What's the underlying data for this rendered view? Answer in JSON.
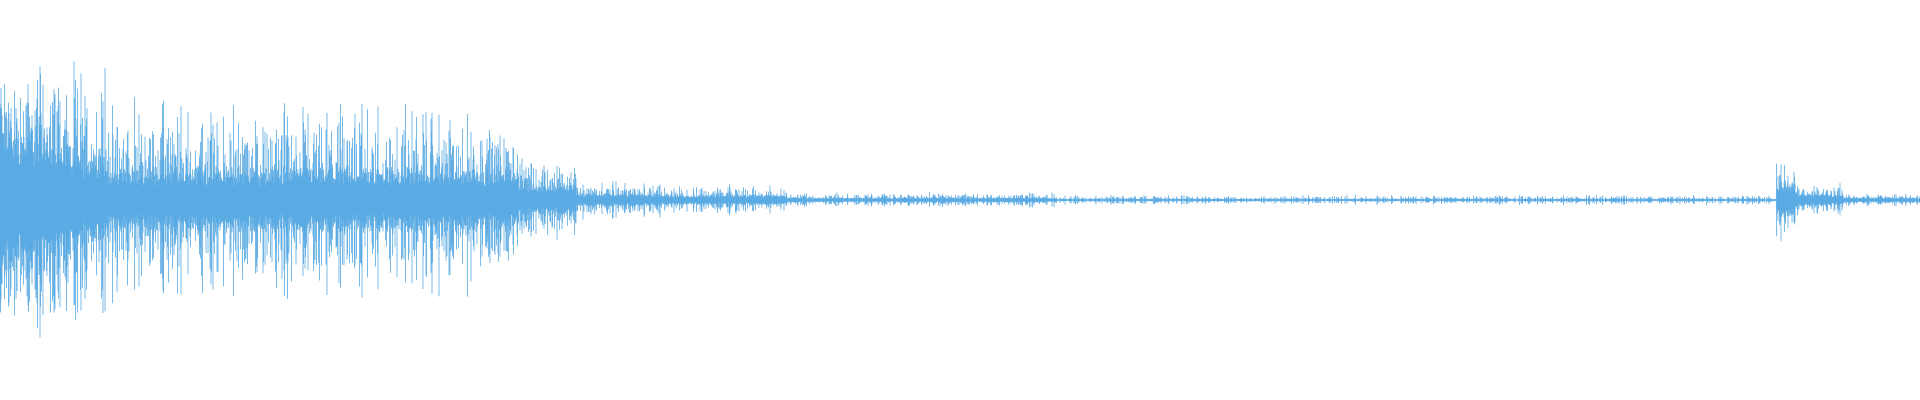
{
  "waveform": {
    "color": "#5aaae3",
    "background": "#ffffff",
    "envelope_segments": [
      {
        "t_start": 0.0,
        "t_end": 0.005,
        "peak_min": 0.55,
        "peak_max": 0.8
      },
      {
        "t_start": 0.005,
        "t_end": 0.035,
        "peak_min": 0.45,
        "peak_max": 0.85
      },
      {
        "t_start": 0.035,
        "t_end": 0.055,
        "peak_min": 0.3,
        "peak_max": 0.8
      },
      {
        "t_start": 0.055,
        "t_end": 0.25,
        "peak_min": 0.2,
        "peak_max": 0.6
      },
      {
        "t_start": 0.25,
        "t_end": 0.27,
        "peak_min": 0.2,
        "peak_max": 0.5
      },
      {
        "t_start": 0.27,
        "t_end": 0.3,
        "peak_min": 0.1,
        "peak_max": 0.25
      },
      {
        "t_start": 0.3,
        "t_end": 0.345,
        "peak_min": 0.04,
        "peak_max": 0.12
      },
      {
        "t_start": 0.345,
        "t_end": 0.41,
        "peak_min": 0.03,
        "peak_max": 0.09
      },
      {
        "t_start": 0.41,
        "t_end": 0.55,
        "peak_min": 0.015,
        "peak_max": 0.045
      },
      {
        "t_start": 0.55,
        "t_end": 0.925,
        "peak_min": 0.008,
        "peak_max": 0.03
      },
      {
        "t_start": 0.925,
        "t_end": 0.935,
        "peak_min": 0.12,
        "peak_max": 0.25
      },
      {
        "t_start": 0.935,
        "t_end": 0.96,
        "peak_min": 0.04,
        "peak_max": 0.1
      },
      {
        "t_start": 0.96,
        "t_end": 1.0,
        "peak_min": 0.015,
        "peak_max": 0.04
      }
    ]
  }
}
